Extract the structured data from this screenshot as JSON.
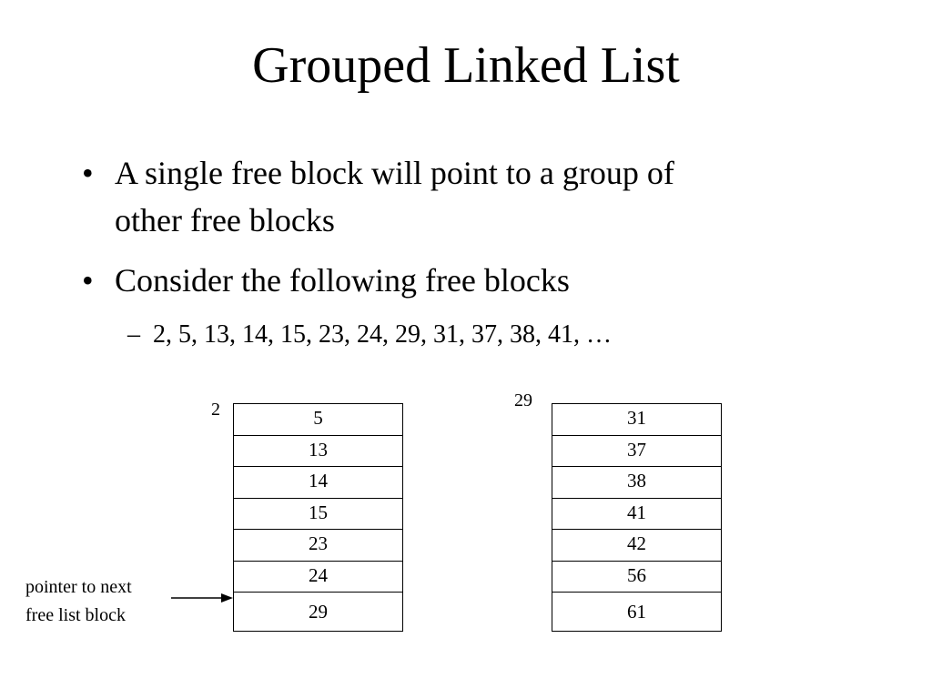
{
  "title": "Grouped Linked List",
  "bullets": [
    {
      "text_line1": "A single free block will point to a group of",
      "text_line2": "other free blocks"
    },
    {
      "text": "Consider the following free blocks"
    }
  ],
  "sub_bullet": {
    "dash": "–",
    "text": "2, 5, 13, 14, 15, 23, 24, 29, 31, 37, 38, 41, …"
  },
  "block_a": {
    "label": "2",
    "cells": [
      "5",
      "13",
      "14",
      "15",
      "23",
      "24",
      "29"
    ]
  },
  "block_b": {
    "label": "29",
    "cells": [
      "31",
      "37",
      "38",
      "41",
      "42",
      "56",
      "61"
    ]
  },
  "pointer_label": "pointer to next\nfree list block"
}
